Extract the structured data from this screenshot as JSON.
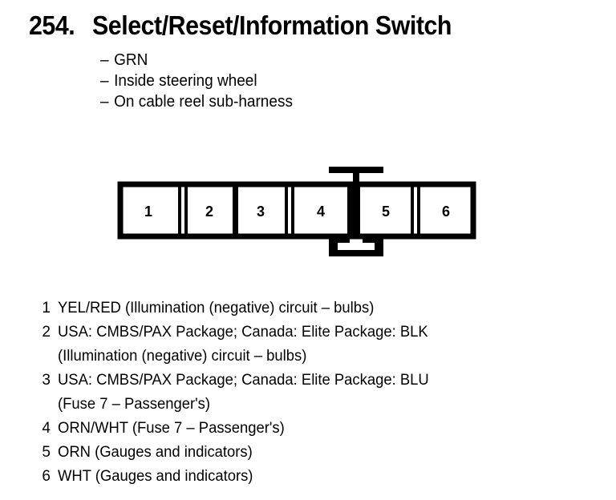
{
  "header": {
    "number": "254.",
    "title": "Select/Reset/Information Switch",
    "dash": "–",
    "attributes": [
      "GRN",
      "Inside steering wheel",
      "On cable reel sub-harness"
    ]
  },
  "connector": {
    "cavity_count": 6,
    "cavity_labels": [
      "1",
      "2",
      "3",
      "4",
      "5",
      "6"
    ],
    "outline_color": "#000000",
    "body_fill": "#ffffff",
    "lock_tab_position": "between-4-and-5",
    "has_top_lock_tab": true,
    "has_bottom_latches": true
  },
  "pins": [
    {
      "number": "1",
      "lines": [
        "YEL/RED (Illumination (negative) circuit – bulbs)"
      ]
    },
    {
      "number": "2",
      "lines": [
        "USA: CMBS/PAX Package; Canada: Elite Package: BLK",
        "(Illumination (negative) circuit – bulbs)"
      ]
    },
    {
      "number": "3",
      "lines": [
        "USA: CMBS/PAX Package; Canada: Elite Package: BLU",
        "(Fuse 7 – Passenger's)"
      ]
    },
    {
      "number": "4",
      "lines": [
        "ORN/WHT (Fuse 7 – Passenger's)"
      ]
    },
    {
      "number": "5",
      "lines": [
        "ORN (Gauges and indicators)"
      ]
    },
    {
      "number": "6",
      "lines": [
        "WHT (Gauges and indicators)"
      ]
    }
  ]
}
